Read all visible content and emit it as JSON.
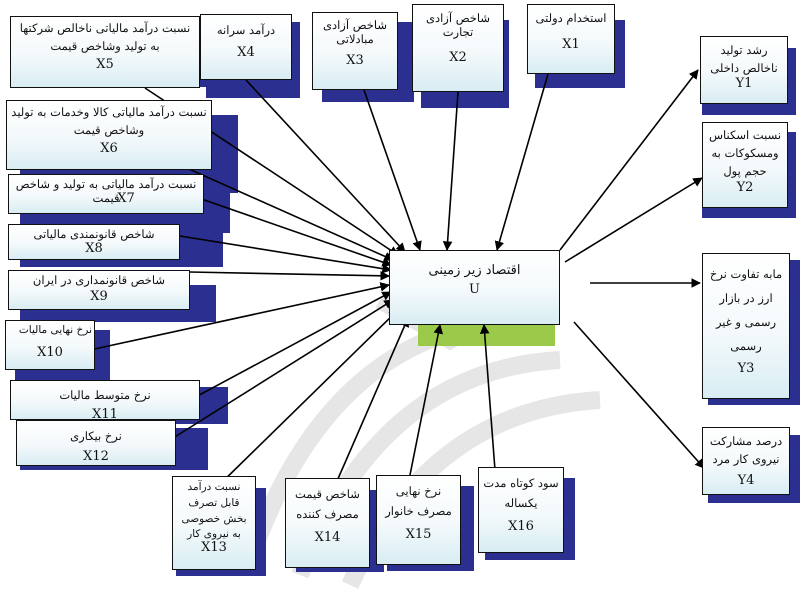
{
  "center": {
    "title": "اقتصاد زیر زمینی",
    "code": "U"
  },
  "inputs": [
    {
      "id": "x1",
      "title": "استخدام دولتی",
      "code": "X1"
    },
    {
      "id": "x2",
      "title": "شاخص آزادی تجارت",
      "code": "X2"
    },
    {
      "id": "x3",
      "title": "شاخص آزادی مبادلاتی",
      "code": "X3"
    },
    {
      "id": "x4",
      "title": "درآمد سرانه",
      "code": "X4"
    },
    {
      "id": "x5",
      "title": "نسبت درآمد مالیاتی ناخالص شرکتها به تولید وشاخص قیمت",
      "code": "X5"
    },
    {
      "id": "x6",
      "title": "نسبت درآمد مالیاتی کالا وخدمات به تولید وشاخص قیمت",
      "code": "X6"
    },
    {
      "id": "x7",
      "title": "نسبت درآمد مالیاتی به تولید و شاخص قیمت",
      "code": "X7"
    },
    {
      "id": "x8",
      "title": "شاخص قانونمندی مالیاتی",
      "code": "X8"
    },
    {
      "id": "x9",
      "title": "شاخص قانونمداری در ایران",
      "code": "X9"
    },
    {
      "id": "x10",
      "title": "نرخ نهایی مالیات",
      "code": "X10"
    },
    {
      "id": "x11",
      "title": "نرخ متوسط مالیات",
      "code": "X11"
    },
    {
      "id": "x12",
      "title": "نرخ بیکاری",
      "code": "X12"
    },
    {
      "id": "x13",
      "title": "نسبت درآمد قابل تصرف بخش خصوصی به نیروی کار",
      "code": "X13"
    },
    {
      "id": "x14",
      "title": "شاخص قیمت مصرف کننده",
      "code": "X14"
    },
    {
      "id": "x15",
      "title": "نرخ نهایی مصرف خانوار",
      "code": "X15"
    },
    {
      "id": "x16",
      "title": "سود کوتاه مدت یکساله",
      "code": "X16"
    }
  ],
  "outputs": [
    {
      "id": "y1",
      "title": "رشد تولید ناخالص داخلی",
      "code": "Y1"
    },
    {
      "id": "y2",
      "title": "نسبت اسکناس ومسکوکات به حجم پول",
      "code": "Y2"
    },
    {
      "id": "y3",
      "title": "مابه تفاوت نرخ ارز در بازار رسمی و غیر رسمی",
      "code": "Y3"
    },
    {
      "id": "y4",
      "title": "درصد مشارکت نیروی کار مرد",
      "code": "Y4"
    }
  ],
  "colors": {
    "shadow": "#2b2f8f",
    "center_shadow": "#9bc94a",
    "box_top": "#ffffff",
    "box_bottom": "#d8edf3",
    "arrow": "#000000"
  }
}
